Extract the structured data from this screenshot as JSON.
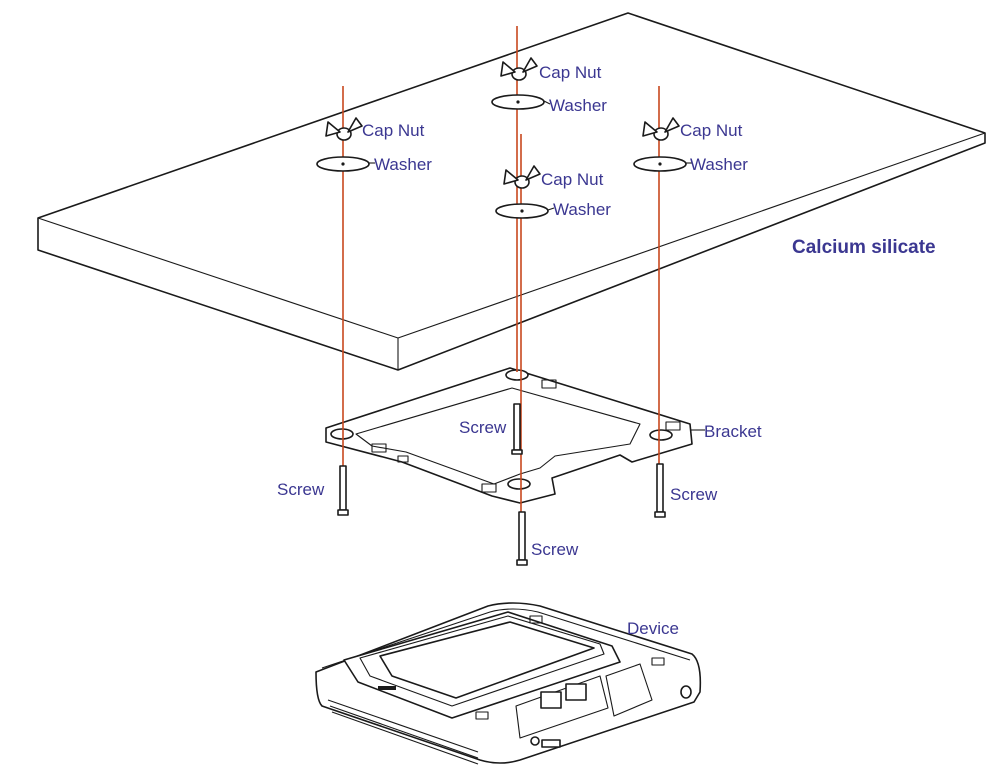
{
  "labels": {
    "cap_nut_1": "Cap Nut",
    "cap_nut_2": "Cap Nut",
    "cap_nut_3": "Cap Nut",
    "cap_nut_4": "Cap Nut",
    "washer_1": "Washer",
    "washer_2": "Washer",
    "washer_3": "Washer",
    "washer_4": "Washer",
    "board": "Calcium silicate",
    "bracket": "Bracket",
    "screw_1": "Screw",
    "screw_2": "Screw",
    "screw_3": "Screw",
    "screw_4": "Screw",
    "device": "Device"
  },
  "colors": {
    "label_text": "#3b3791",
    "axis_line": "#c8481e",
    "outline": "#1a1a1a"
  }
}
